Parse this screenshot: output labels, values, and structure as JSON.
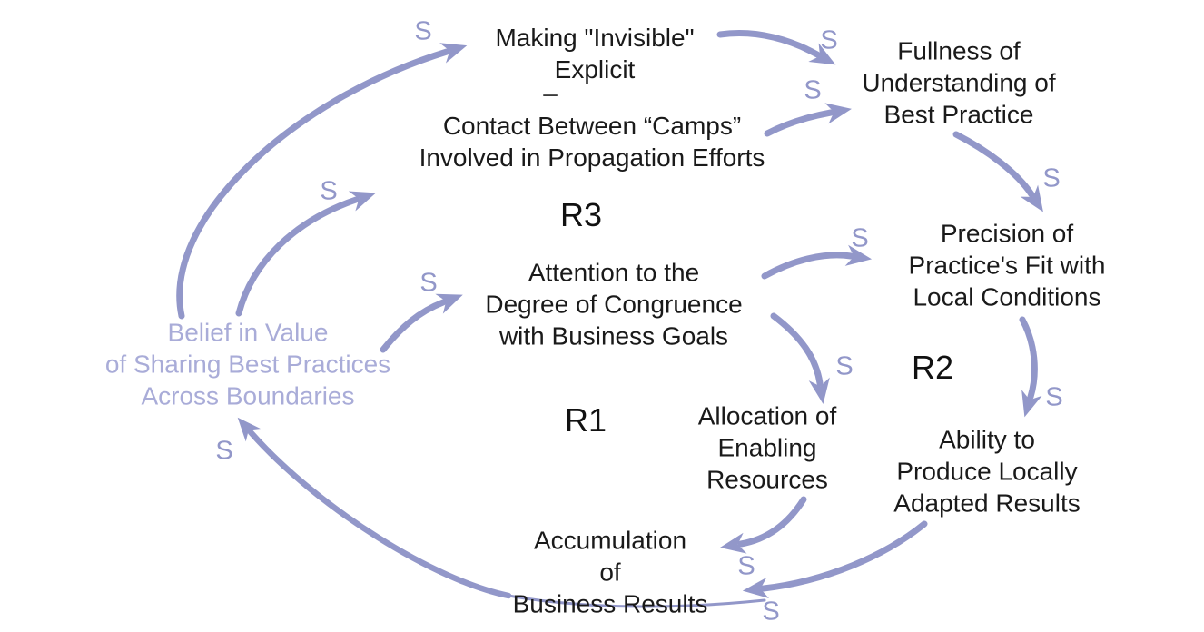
{
  "diagram": {
    "type": "causal-loop-diagram",
    "colors": {
      "arrow": "#9297c9",
      "polarity_label": "#9297c9",
      "belief_node_text": "#a9acd8",
      "node_text": "#1a1a1a",
      "background": "#ffffff"
    },
    "nodes": {
      "making_invisible": {
        "lines": [
          "Making \"Invisible\"",
          "Explicit"
        ]
      },
      "contact_camps": {
        "lines": [
          "Contact Between “Camps”",
          "Involved in Propagation Efforts"
        ]
      },
      "fullness": {
        "lines": [
          "Fullness of",
          "Understanding of",
          "Best Practice"
        ]
      },
      "precision": {
        "lines": [
          "Precision of",
          "Practice's Fit with",
          "Local Conditions"
        ]
      },
      "attention": {
        "lines": [
          "Attention to the",
          "Degree of Congruence",
          "with Business Goals"
        ]
      },
      "allocation": {
        "lines": [
          "Allocation of",
          "Enabling",
          "Resources"
        ]
      },
      "ability": {
        "lines": [
          "Ability to",
          "Produce Locally",
          "Adapted Results"
        ]
      },
      "accumulation": {
        "lines": [
          "Accumulation",
          "of",
          "Business Results"
        ]
      },
      "belief": {
        "lines": [
          "Belief in Value",
          "of Sharing Best Practices",
          "Across Boundaries"
        ]
      }
    },
    "loops": {
      "r1": "R1",
      "r2": "R2",
      "r3": "R3"
    },
    "links": [
      {
        "from": "belief",
        "to": "making_invisible",
        "polarity": "S"
      },
      {
        "from": "making_invisible",
        "to": "fullness",
        "polarity": "S"
      },
      {
        "from": "contact_camps",
        "to": "fullness",
        "polarity": "S"
      },
      {
        "from": "belief",
        "to": "contact_camps",
        "polarity": "S"
      },
      {
        "from": "belief",
        "to": "attention",
        "polarity": "S"
      },
      {
        "from": "fullness",
        "to": "precision",
        "polarity": "S"
      },
      {
        "from": "attention",
        "to": "precision",
        "polarity": "S"
      },
      {
        "from": "attention",
        "to": "allocation",
        "polarity": "S"
      },
      {
        "from": "precision",
        "to": "ability",
        "polarity": "S"
      },
      {
        "from": "allocation",
        "to": "accumulation",
        "polarity": "S"
      },
      {
        "from": "ability",
        "to": "accumulation",
        "polarity": "S"
      },
      {
        "from": "accumulation",
        "to": "belief",
        "polarity": "S"
      }
    ],
    "stray_mark": "–"
  }
}
